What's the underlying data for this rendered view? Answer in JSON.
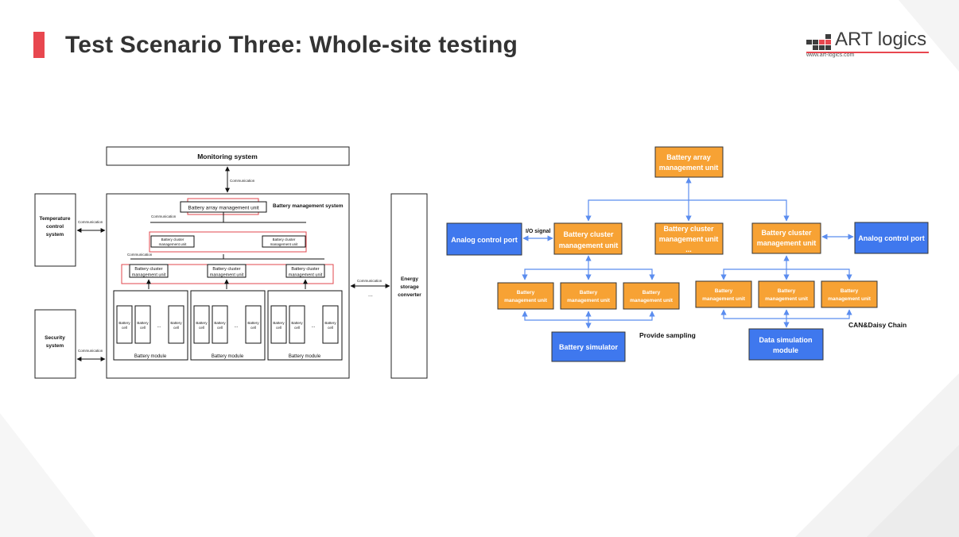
{
  "header": {
    "title": "Test Scenario Three: Whole-site testing",
    "logo_text": "ART logics",
    "logo_url": "www.art-logics.com"
  },
  "colors": {
    "accent": "#e8474f",
    "orange": "#f7a234",
    "blue": "#3f78ee",
    "arrow_blue": "#5b8def",
    "red_outline": "#e0474c"
  },
  "left_diagram": {
    "monitoring": "Monitoring system",
    "communication": "Communication",
    "temperature": [
      "Temperature",
      "control",
      "system"
    ],
    "security": [
      "Security",
      "system"
    ],
    "ess": [
      "Energy",
      "storage",
      "converter"
    ],
    "bms_title": "Battery management system",
    "array_unit": "Battery array management unit",
    "cluster_unit": [
      "Battery cluster",
      "management unit"
    ],
    "battery_cell": [
      "Battery",
      "cell"
    ],
    "ellipsis": "...",
    "battery_module": "Battery module"
  },
  "right_diagram": {
    "array_unit": [
      "Battery array",
      "management unit"
    ],
    "cluster_unit": [
      "Battery cluster",
      "management unit"
    ],
    "cluster_middle_ellipsis": "...",
    "analog_port": "Analog control port",
    "io_signal": "I/O signal",
    "bmu": [
      "Battery",
      "management unit"
    ],
    "battery_simulator": "Battery simulator",
    "provide_sampling": "Provide sampling",
    "data_sim": [
      "Data simulation",
      "module"
    ],
    "can_chain": "CAN&Daisy Chain"
  }
}
